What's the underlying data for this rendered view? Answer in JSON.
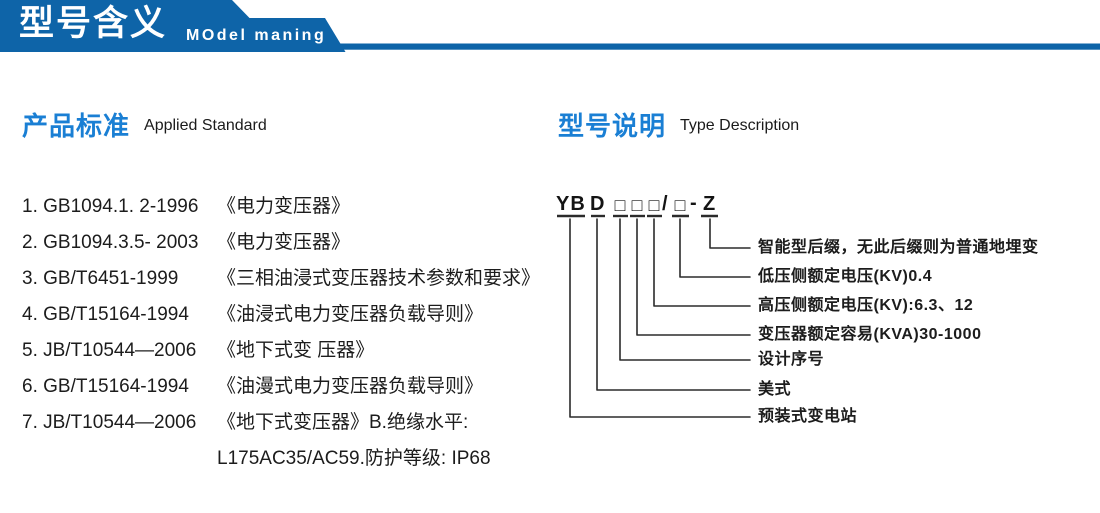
{
  "header": {
    "title": "型号含义",
    "subtitle": "MOdel maning"
  },
  "left": {
    "heading_cn": "产品标准",
    "heading_en": "Applied Standard",
    "items": [
      {
        "code": "1. GB1094.1. 2-1996",
        "desc": "《电力变压器》"
      },
      {
        "code": "2. GB1094.3.5- 2003",
        "desc": "《电力变压器》"
      },
      {
        "code": "3. GB/T6451-1999",
        "desc": "《三相油浸式变压器技术参数和要求》"
      },
      {
        "code": "4. GB/T15164-1994",
        "desc": "《油浸式电力变压器负载导则》"
      },
      {
        "code": "5. JB/T10544—2006",
        "desc": "《地下式变 压器》"
      },
      {
        "code": "6. GB/T15164-1994",
        "desc": "《油漫式电力变压器负载导则》"
      },
      {
        "code": "7. JB/T10544—2006",
        "desc": "《地下式变压器》B.绝缘水平:"
      },
      {
        "code": "",
        "desc": "L175AC35/AC59.防护等级: IP68"
      }
    ]
  },
  "right": {
    "heading_cn": "型号说明",
    "heading_en": "Type Description",
    "code_parts": {
      "yb": "YB",
      "d": "D",
      "sq": "□",
      "slash": "/",
      "dash": "-",
      "z": "Z"
    },
    "labels": [
      "智能型后缀，无此后缀则为普通地埋变",
      "低压侧额定电压(KV)0.4",
      "高压侧额定电压(KV):6.3、12",
      "变压器额定容易(KVA)30-1000",
      "设计序号",
      "美式",
      "预装式变电站"
    ]
  },
  "colors": {
    "header_blue": "#0e64a8",
    "accent_blue": "#1a7fd4",
    "text": "#1c1c1c"
  }
}
